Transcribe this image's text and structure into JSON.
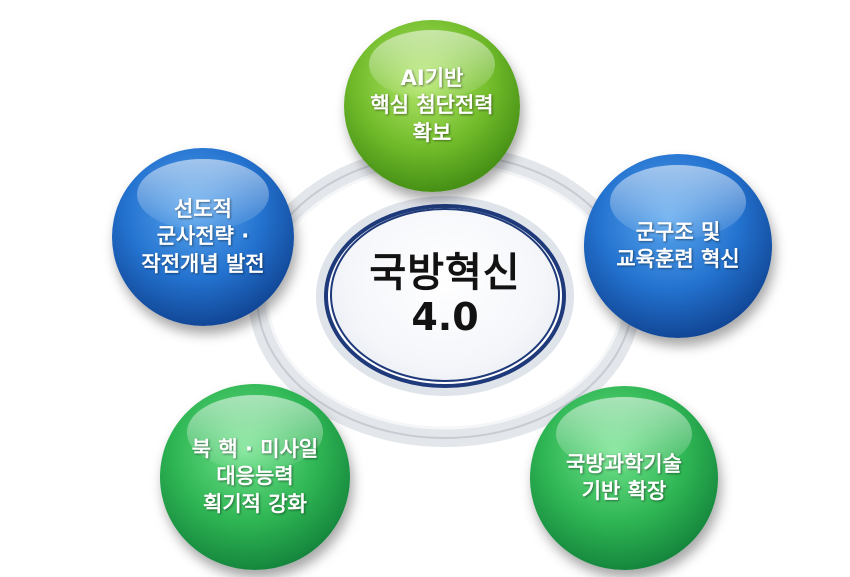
{
  "center": {
    "title": "국방혁신",
    "subtitle": "4.0"
  },
  "bubbles": [
    {
      "lines": [
        "AI기반",
        "핵심 첨단전력",
        "확보"
      ],
      "color": "lime"
    },
    {
      "lines": [
        "선도적",
        "군사전략 ·",
        "작전개념 발전"
      ],
      "color": "blue"
    },
    {
      "lines": [
        "군구조 및",
        "교육훈련 혁신"
      ],
      "color": "blue"
    },
    {
      "lines": [
        "북 핵 · 미사일",
        "대응능력",
        "획기적 강화"
      ],
      "color": "green"
    },
    {
      "lines": [
        "국방과학기술",
        "기반 확장"
      ],
      "color": "green"
    }
  ],
  "colors": {
    "blue": "#2372cf",
    "lime": "#73bd2c",
    "green": "#2fb654",
    "center_border": "#1f3a7a",
    "ring": "#d9dde3"
  }
}
